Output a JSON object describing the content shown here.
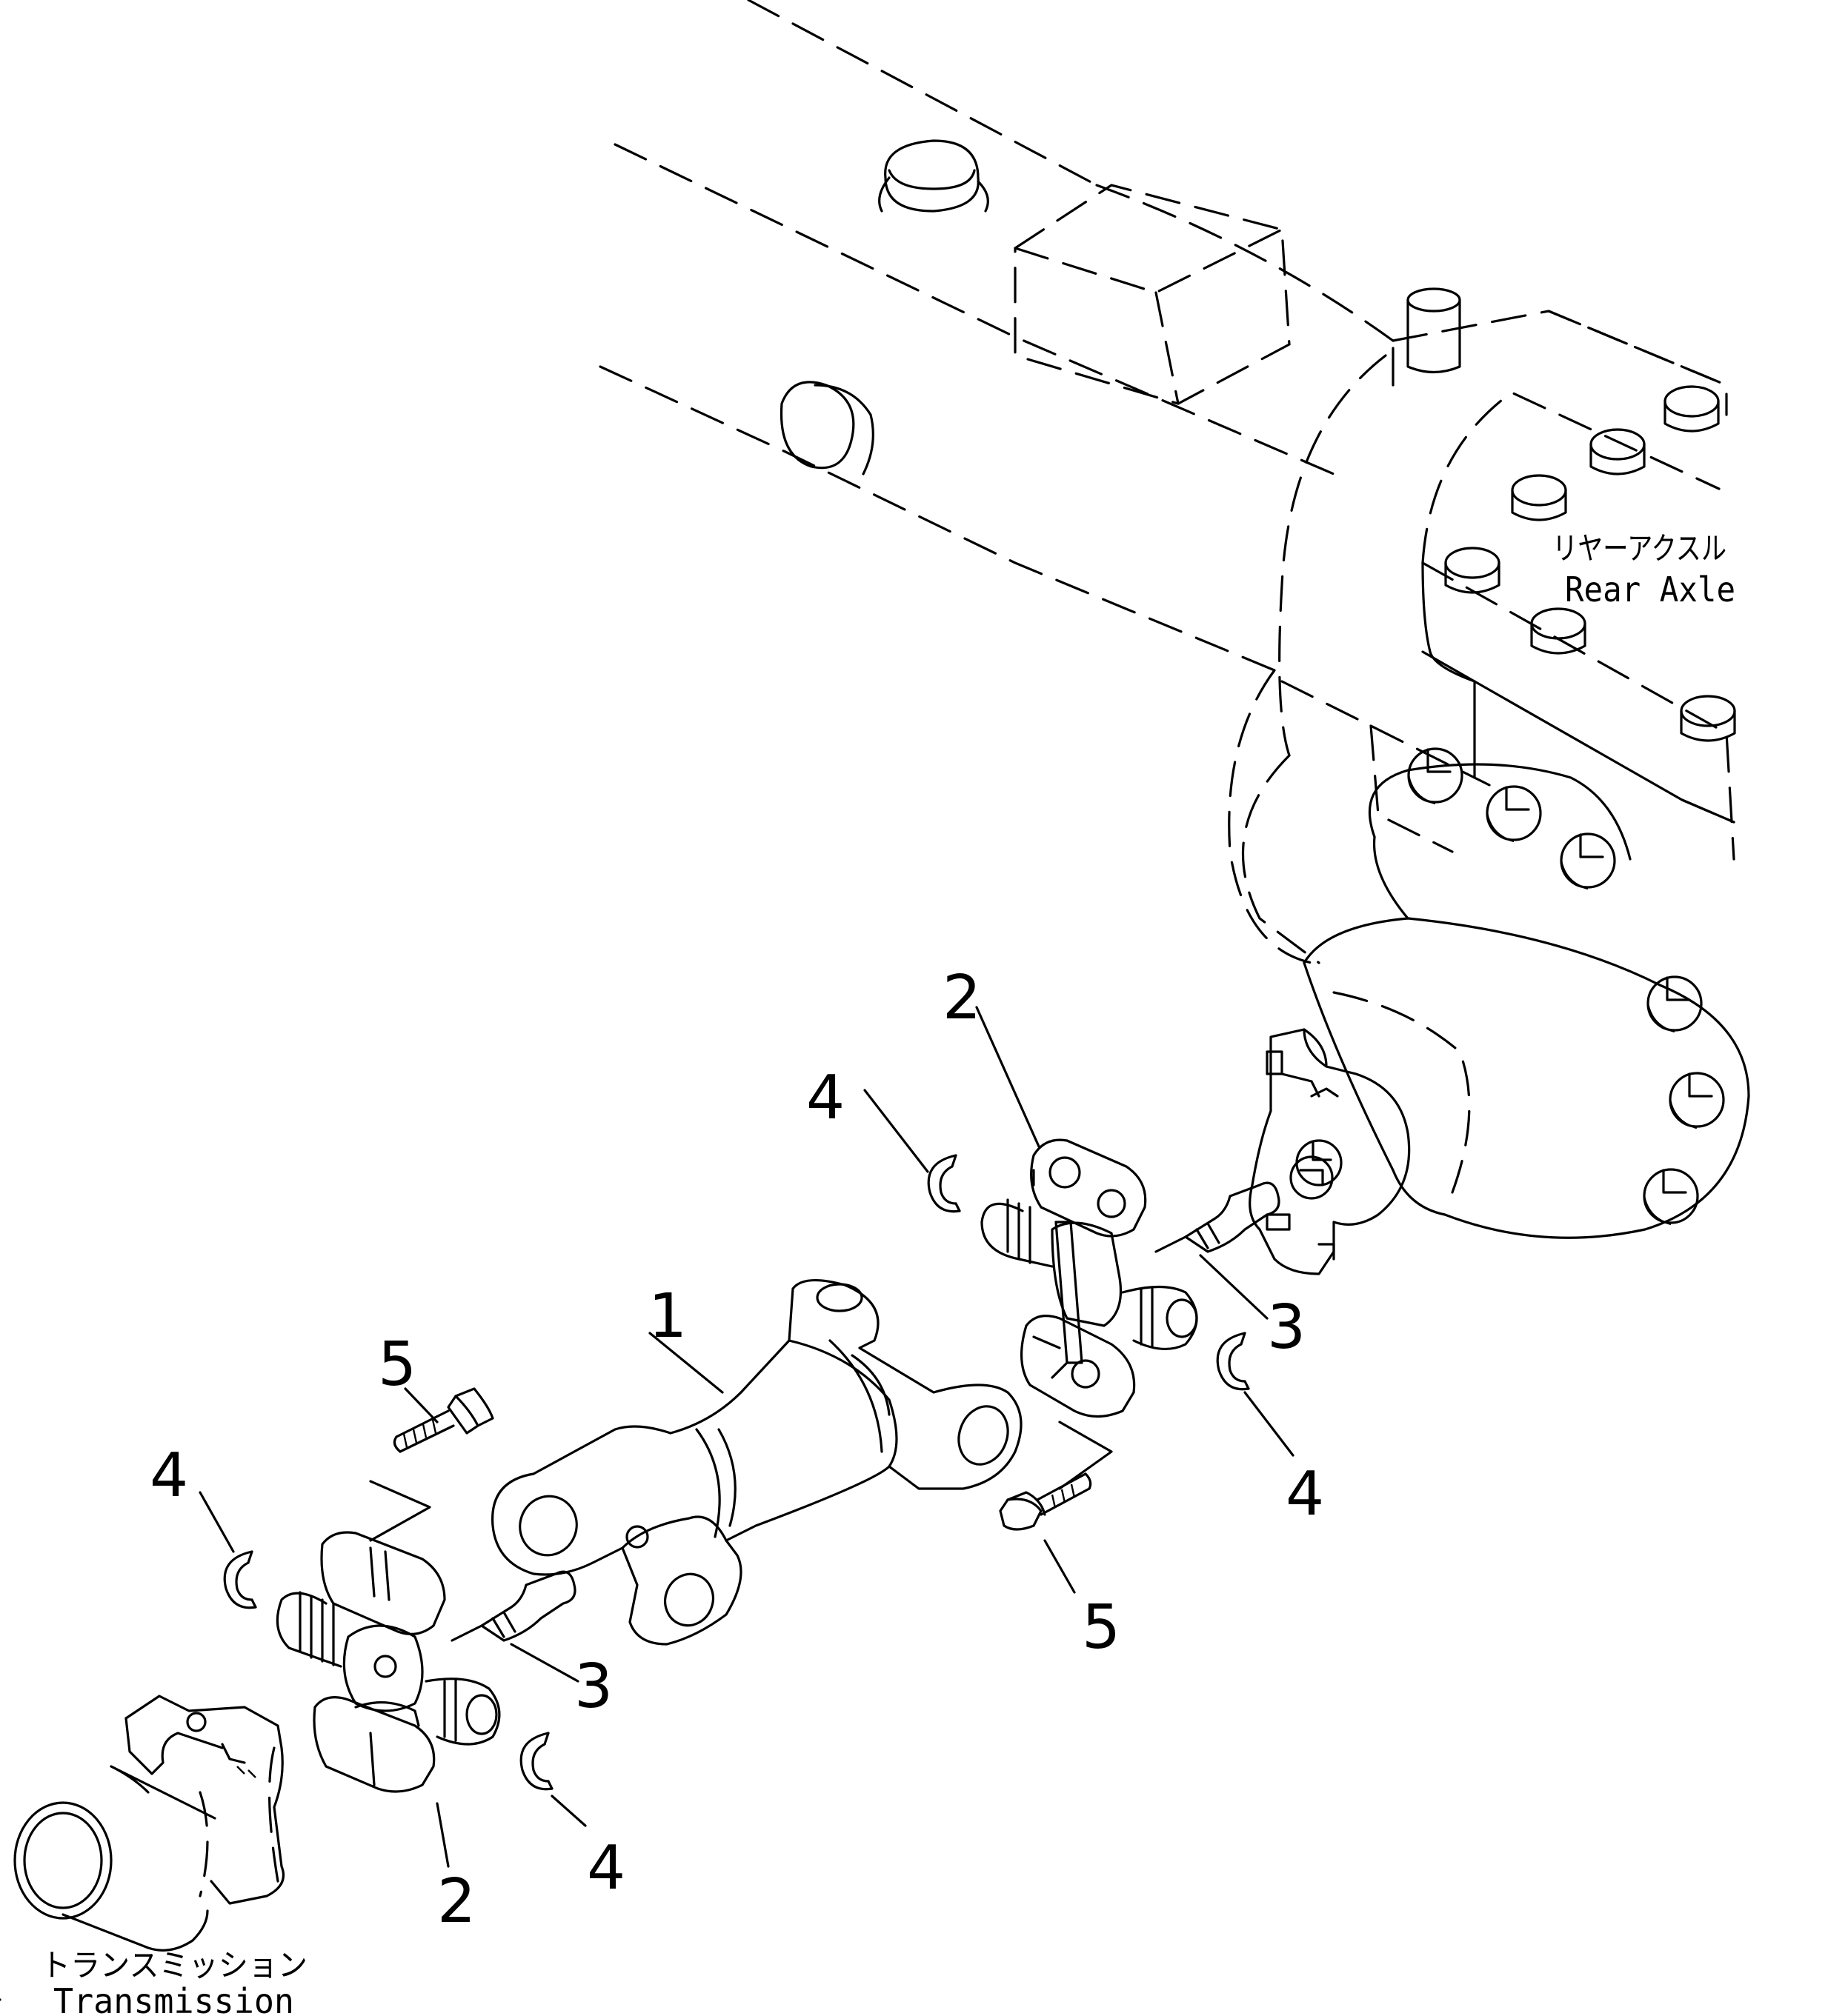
{
  "labels": {
    "rear_axle_jp": "リヤーアクスル",
    "rear_axle_en": "Rear Axle",
    "transmission_jp": "トランスミッション",
    "transmission_en": "Transmission"
  },
  "callouts": [
    {
      "id": "callout-1",
      "text": "1"
    },
    {
      "id": "callout-2-upper",
      "text": "2"
    },
    {
      "id": "callout-2-lower",
      "text": "2"
    },
    {
      "id": "callout-3-upper",
      "text": "3"
    },
    {
      "id": "callout-3-lower",
      "text": "3"
    },
    {
      "id": "callout-4-upper-left",
      "text": "4"
    },
    {
      "id": "callout-4-upper-right",
      "text": "4"
    },
    {
      "id": "callout-4-lower-left",
      "text": "4"
    },
    {
      "id": "callout-4-lower-right",
      "text": "4"
    },
    {
      "id": "callout-5-upper",
      "text": "5"
    },
    {
      "id": "callout-5-lower",
      "text": "5"
    }
  ]
}
